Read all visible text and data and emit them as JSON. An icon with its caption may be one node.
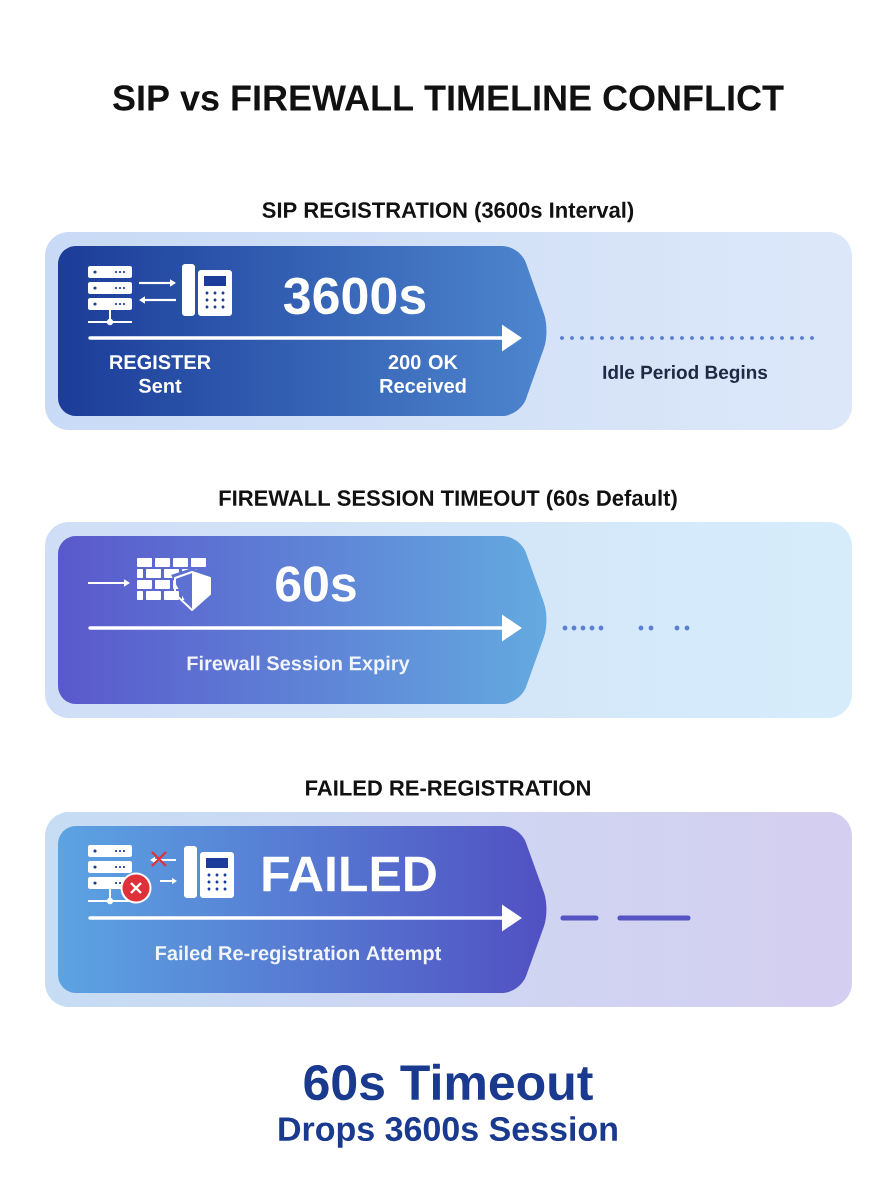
{
  "diagram": {
    "title": "SIP vs FIREWALL TIMELINE CONFLICT",
    "nodes": [
      {
        "text": [
          "SIP REGISTRATION (3600s Interval)",
          "Idle Period Begins"
        ]
      },
      {
        "text": [
          "3600s",
          "REGISTER Sent",
          "200 OK Received"
        ],
        "in": 0
      },
      {
        "text": [
          "FIREWALL SESSION TIMEOUT (60s Default)"
        ]
      },
      {
        "text": [
          "60s",
          "Firewall Session Expiry"
        ],
        "in": 2
      },
      {
        "text": [
          "FAILED RE-REGISTRATION"
        ]
      },
      {
        "text": [
          "FAILED",
          "Failed Re-registration Attempt"
        ],
        "in": 4
      }
    ],
    "labels": [
      "60s Timeout",
      "Drops 3600s Session"
    ]
  }
}
